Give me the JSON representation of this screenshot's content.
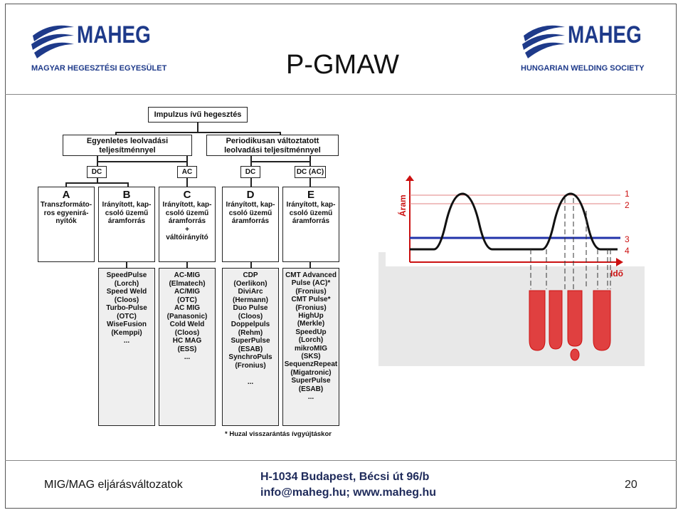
{
  "slide": {
    "title": "P-GMAW",
    "page_number": "20"
  },
  "logo_left": {
    "word": "MAHEG",
    "subtitle": "MAGYAR HEGESZTÉSI EGYESÜLET"
  },
  "logo_right": {
    "word": "MAHEG",
    "subtitle": "HUNGARIAN WELDING SOCIETY"
  },
  "footer": {
    "left": "MIG/MAG eljárásváltozatok",
    "address": "H-1034 Budapest, Bécsi út 96/b",
    "contact": "info@maheg.hu; www.maheg.hu"
  },
  "tree": {
    "root": "Impulzus ívű hegesztés",
    "branch_left": [
      "Egyenletes leolvadási",
      "teljesítménnyel"
    ],
    "branch_right": [
      "Periodikusan változtatott",
      "leolvadási teljesítménnyel"
    ],
    "current_types": [
      "DC",
      "AC",
      "DC",
      "DC (AC)"
    ],
    "categories": [
      {
        "letter": "A",
        "lines": [
          "Transzformáto-",
          "ros egyenirá-",
          "nyítók"
        ]
      },
      {
        "letter": "B",
        "lines": [
          "Irányított, kap-",
          "csoló üzemű",
          "áramforrás"
        ]
      },
      {
        "letter": "C",
        "lines": [
          "Irányított, kap-",
          "csoló üzemű",
          "áramforrás",
          "+",
          "váltóirányító"
        ]
      },
      {
        "letter": "D",
        "lines": [
          "Irányított, kap-",
          "csoló üzemű",
          "áramforrás"
        ]
      },
      {
        "letter": "E",
        "lines": [
          "Irányított, kap-",
          "csoló üzemű",
          "áramforrás"
        ]
      }
    ],
    "examples": [
      {
        "col": "B",
        "lines": [
          "SpeedPulse",
          "(Lorch)",
          "Speed Weld",
          "(Cloos)",
          "Turbo-Pulse",
          "(OTC)",
          "WiseFusion",
          "(Kemppi)",
          "..."
        ]
      },
      {
        "col": "C",
        "lines": [
          "AC-MIG",
          "(Elmatech)",
          "AC/MIG",
          "(OTC)",
          "AC MIG",
          "(Panasonic)",
          "Cold Weld",
          "(Cloos)",
          "HC MAG",
          "(ESS)",
          "..."
        ]
      },
      {
        "col": "D",
        "lines": [
          "CDP",
          "(Oerlikon)",
          "DiviArc",
          "(Hermann)",
          "Duo Pulse",
          "(Cloos)",
          "Doppelpuls",
          "(Rehm)",
          "SuperPulse",
          "(ESAB)",
          "SynchroPuls",
          "(Fronius)",
          "",
          "..."
        ]
      },
      {
        "col": "E",
        "lines": [
          "CMT Advanced",
          "Pulse (AC)*",
          "(Fronius)",
          "CMT Pulse*",
          "(Fronius)",
          "HighUp",
          "(Merkle)",
          "SpeedUp",
          "(Lorch)",
          "mikroMIG",
          "(SKS)",
          "SequenzRepeat",
          "(Migatronic)",
          "SuperPulse",
          "(ESAB)",
          "..."
        ]
      }
    ],
    "footnote": "* Huzal visszarántás ívgyújtáskor"
  },
  "waveform": {
    "y_label": "Áram",
    "x_label": "Idő",
    "level_labels": [
      "1",
      "2",
      "3",
      "4"
    ],
    "colors": {
      "axis": "#cc1111",
      "pulse": "#111111",
      "base_line": "#2233aa",
      "droplet": "#e04040"
    }
  }
}
